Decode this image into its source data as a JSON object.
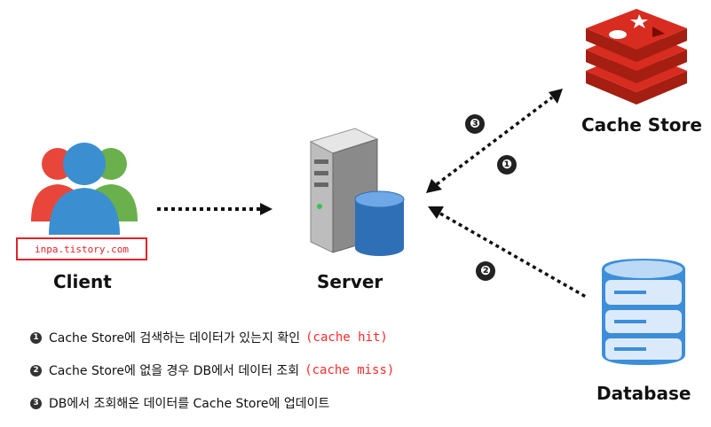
{
  "nodes": {
    "client": {
      "label": "Client",
      "badge": "inpa.tistory.com"
    },
    "server": {
      "label": "Server"
    },
    "cache": {
      "label": "Cache Store"
    },
    "database": {
      "label": "Database"
    }
  },
  "steps": [
    "❸",
    "❶",
    "❷"
  ],
  "notes": [
    {
      "marker": "1",
      "text": "Cache Store에 검색하는 데이터가 있는지 확인",
      "highlight": "(cache hit)"
    },
    {
      "marker": "2",
      "text": "Cache Store에 없을 경우 DB에서 데이터 조회",
      "highlight": "(cache miss)"
    },
    {
      "marker": "3",
      "text": "DB에서 조회해온 데이터를 Cache Store에 업데이트",
      "highlight": ""
    }
  ],
  "colors": {
    "badge_border": "#e0232b",
    "highlight": "#ff2a2a",
    "redis_red": "#d82c20",
    "db_blue": "#3d8ed8"
  }
}
